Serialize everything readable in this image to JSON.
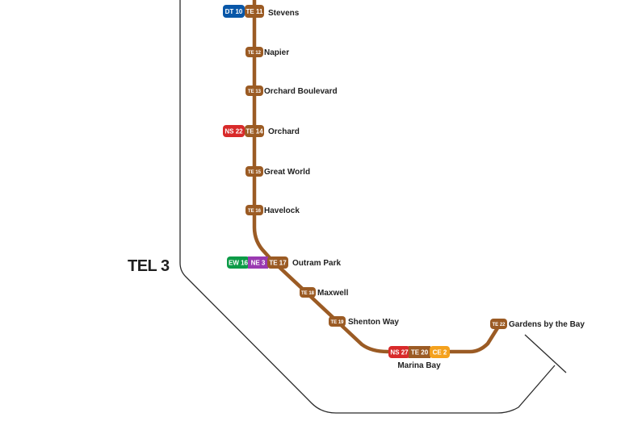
{
  "section_label": "TEL 3",
  "colors": {
    "TE": "#9b5b24",
    "DT": "#0857a8",
    "NS": "#d82a2a",
    "EW": "#0c9b47",
    "NE": "#9a3ab1",
    "CE": "#f4a11d",
    "boundary": "#2b2b2b",
    "text": "#1f1f1f"
  },
  "stations": [
    {
      "id": "stevens",
      "name": "Stevens",
      "codes": [
        "DT 10",
        "TE 11"
      ]
    },
    {
      "id": "napier",
      "name": "Napier",
      "codes": [
        "TE 12"
      ]
    },
    {
      "id": "orchard-boulevard",
      "name": "Orchard Boulevard",
      "codes": [
        "TE 13"
      ]
    },
    {
      "id": "orchard",
      "name": "Orchard",
      "codes": [
        "NS 22",
        "TE 14"
      ]
    },
    {
      "id": "great-world",
      "name": "Great World",
      "codes": [
        "TE 15"
      ]
    },
    {
      "id": "havelock",
      "name": "Havelock",
      "codes": [
        "TE 16"
      ]
    },
    {
      "id": "outram-park",
      "name": "Outram Park",
      "codes": [
        "EW 16",
        "NE 3",
        "TE 17"
      ]
    },
    {
      "id": "maxwell",
      "name": "Maxwell",
      "codes": [
        "TE 18"
      ]
    },
    {
      "id": "shenton-way",
      "name": "Shenton Way",
      "codes": [
        "TE 19"
      ]
    },
    {
      "id": "marina-bay",
      "name": "Marina Bay",
      "codes": [
        "NS 27",
        "TE 20",
        "CE 2"
      ]
    },
    {
      "id": "gardens-by-the-bay",
      "name": "Gardens by the Bay",
      "codes": [
        "TE 22"
      ]
    }
  ]
}
